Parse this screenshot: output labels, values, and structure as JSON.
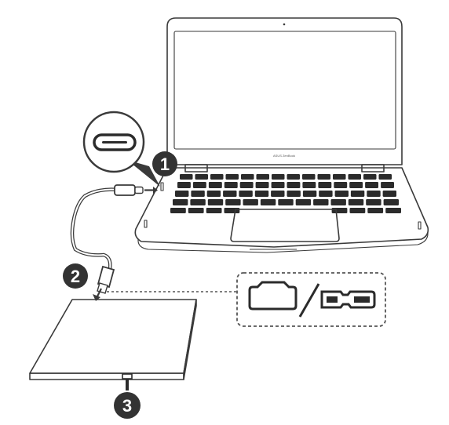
{
  "laptop": {
    "brand_text": "ASUS ZenBook"
  },
  "steps": [
    {
      "number": "1"
    },
    {
      "number": "2"
    },
    {
      "number": "3"
    }
  ]
}
